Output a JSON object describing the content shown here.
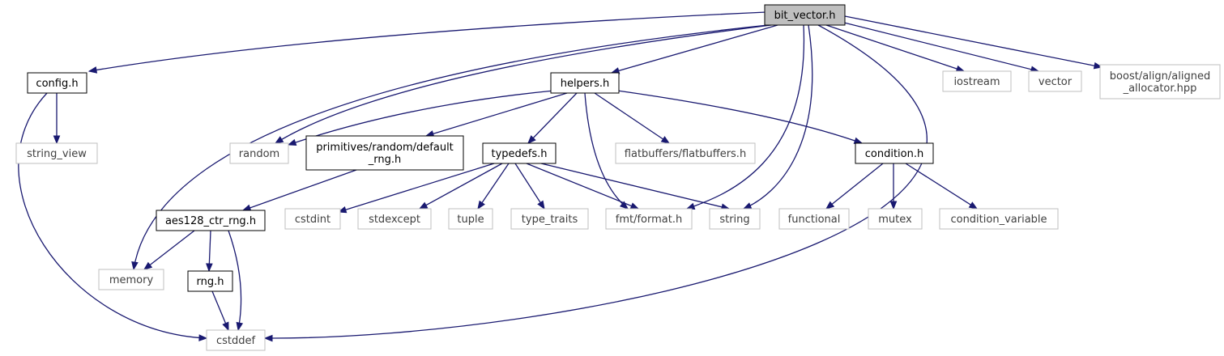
{
  "colors": {
    "edge": "#191970",
    "local_node_border": "#000000",
    "system_node_border": "#bfbfbf",
    "root_node_fill": "#bfbfbf",
    "system_text": "#404040"
  },
  "graph": {
    "nodes": [
      {
        "id": "bit_vector",
        "lines": [
          "bit_vector.h"
        ],
        "kind": "root"
      },
      {
        "id": "config",
        "lines": [
          "config.h"
        ],
        "kind": "local"
      },
      {
        "id": "helpers",
        "lines": [
          "helpers.h"
        ],
        "kind": "local"
      },
      {
        "id": "iostream",
        "lines": [
          "iostream"
        ],
        "kind": "system"
      },
      {
        "id": "vector",
        "lines": [
          "vector"
        ],
        "kind": "system"
      },
      {
        "id": "aligned_allocator",
        "lines": [
          "boost/align/aligned",
          "_allocator.hpp"
        ],
        "kind": "system"
      },
      {
        "id": "string_view",
        "lines": [
          "string_view"
        ],
        "kind": "system"
      },
      {
        "id": "random",
        "lines": [
          "random"
        ],
        "kind": "system"
      },
      {
        "id": "default_rng",
        "lines": [
          "primitives/random/default",
          "_rng.h"
        ],
        "kind": "local"
      },
      {
        "id": "typedefs",
        "lines": [
          "typedefs.h"
        ],
        "kind": "local"
      },
      {
        "id": "flatbuffers",
        "lines": [
          "flatbuffers/flatbuffers.h"
        ],
        "kind": "system"
      },
      {
        "id": "condition",
        "lines": [
          "condition.h"
        ],
        "kind": "local"
      },
      {
        "id": "aes128",
        "lines": [
          "aes128_ctr_rng.h"
        ],
        "kind": "local"
      },
      {
        "id": "cstdint",
        "lines": [
          "cstdint"
        ],
        "kind": "system"
      },
      {
        "id": "stdexcept",
        "lines": [
          "stdexcept"
        ],
        "kind": "system"
      },
      {
        "id": "tuple",
        "lines": [
          "tuple"
        ],
        "kind": "system"
      },
      {
        "id": "type_traits",
        "lines": [
          "type_traits"
        ],
        "kind": "system"
      },
      {
        "id": "fmt_format",
        "lines": [
          "fmt/format.h"
        ],
        "kind": "system"
      },
      {
        "id": "string",
        "lines": [
          "string"
        ],
        "kind": "system"
      },
      {
        "id": "functional",
        "lines": [
          "functional"
        ],
        "kind": "system"
      },
      {
        "id": "mutex",
        "lines": [
          "mutex"
        ],
        "kind": "system"
      },
      {
        "id": "condition_variable",
        "lines": [
          "condition_variable"
        ],
        "kind": "system"
      },
      {
        "id": "memory",
        "lines": [
          "memory"
        ],
        "kind": "system"
      },
      {
        "id": "rng",
        "lines": [
          "rng.h"
        ],
        "kind": "local"
      },
      {
        "id": "cstddef",
        "lines": [
          "cstddef"
        ],
        "kind": "system"
      }
    ],
    "edges": [
      {
        "from": "bit_vector",
        "to": "config"
      },
      {
        "from": "bit_vector",
        "to": "helpers"
      },
      {
        "from": "bit_vector",
        "to": "random"
      },
      {
        "from": "bit_vector",
        "to": "memory"
      },
      {
        "from": "bit_vector",
        "to": "fmt_format"
      },
      {
        "from": "bit_vector",
        "to": "string"
      },
      {
        "from": "bit_vector",
        "to": "cstddef"
      },
      {
        "from": "bit_vector",
        "to": "iostream"
      },
      {
        "from": "bit_vector",
        "to": "vector"
      },
      {
        "from": "bit_vector",
        "to": "aligned_allocator"
      },
      {
        "from": "config",
        "to": "string_view"
      },
      {
        "from": "config",
        "to": "cstddef"
      },
      {
        "from": "helpers",
        "to": "random"
      },
      {
        "from": "helpers",
        "to": "default_rng"
      },
      {
        "from": "helpers",
        "to": "typedefs"
      },
      {
        "from": "helpers",
        "to": "fmt_format"
      },
      {
        "from": "helpers",
        "to": "flatbuffers"
      },
      {
        "from": "helpers",
        "to": "condition"
      },
      {
        "from": "default_rng",
        "to": "aes128"
      },
      {
        "from": "typedefs",
        "to": "cstdint"
      },
      {
        "from": "typedefs",
        "to": "stdexcept"
      },
      {
        "from": "typedefs",
        "to": "tuple"
      },
      {
        "from": "typedefs",
        "to": "type_traits"
      },
      {
        "from": "typedefs",
        "to": "fmt_format"
      },
      {
        "from": "typedefs",
        "to": "string"
      },
      {
        "from": "condition",
        "to": "functional"
      },
      {
        "from": "condition",
        "to": "mutex"
      },
      {
        "from": "condition",
        "to": "condition_variable"
      },
      {
        "from": "aes128",
        "to": "memory"
      },
      {
        "from": "aes128",
        "to": "rng"
      },
      {
        "from": "aes128",
        "to": "cstddef"
      },
      {
        "from": "rng",
        "to": "cstddef"
      }
    ]
  }
}
